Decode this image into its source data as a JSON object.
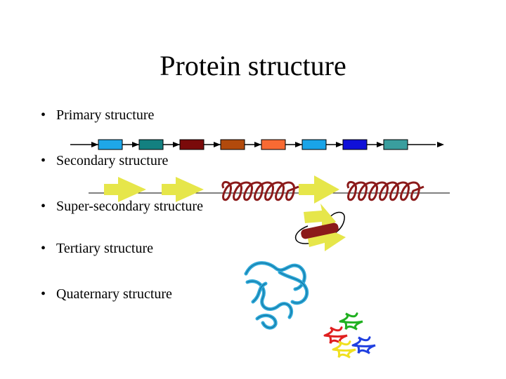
{
  "slide": {
    "title": "Protein structure",
    "bullet_symbol": "•",
    "bullets": [
      "Primary structure",
      "Secondary structure",
      "Super-secondary structure",
      "Tertiary structure",
      "Quaternary structure"
    ]
  },
  "primary_chain": {
    "residue_colors": [
      "#1EA7E8",
      "#138080",
      "#7A0A0A",
      "#B24A0C",
      "#F86A33",
      "#19A4E8",
      "#1010D8",
      "#3A9E9E"
    ]
  },
  "secondary_colors": {
    "strand": "#E6E64A",
    "helix": "#8B1A1A"
  },
  "tertiary_colors": {
    "ribbon": "#2EA8D8"
  },
  "quaternary_colors": [
    "#E02020",
    "#20B020",
    "#F0E020",
    "#2040E0"
  ]
}
